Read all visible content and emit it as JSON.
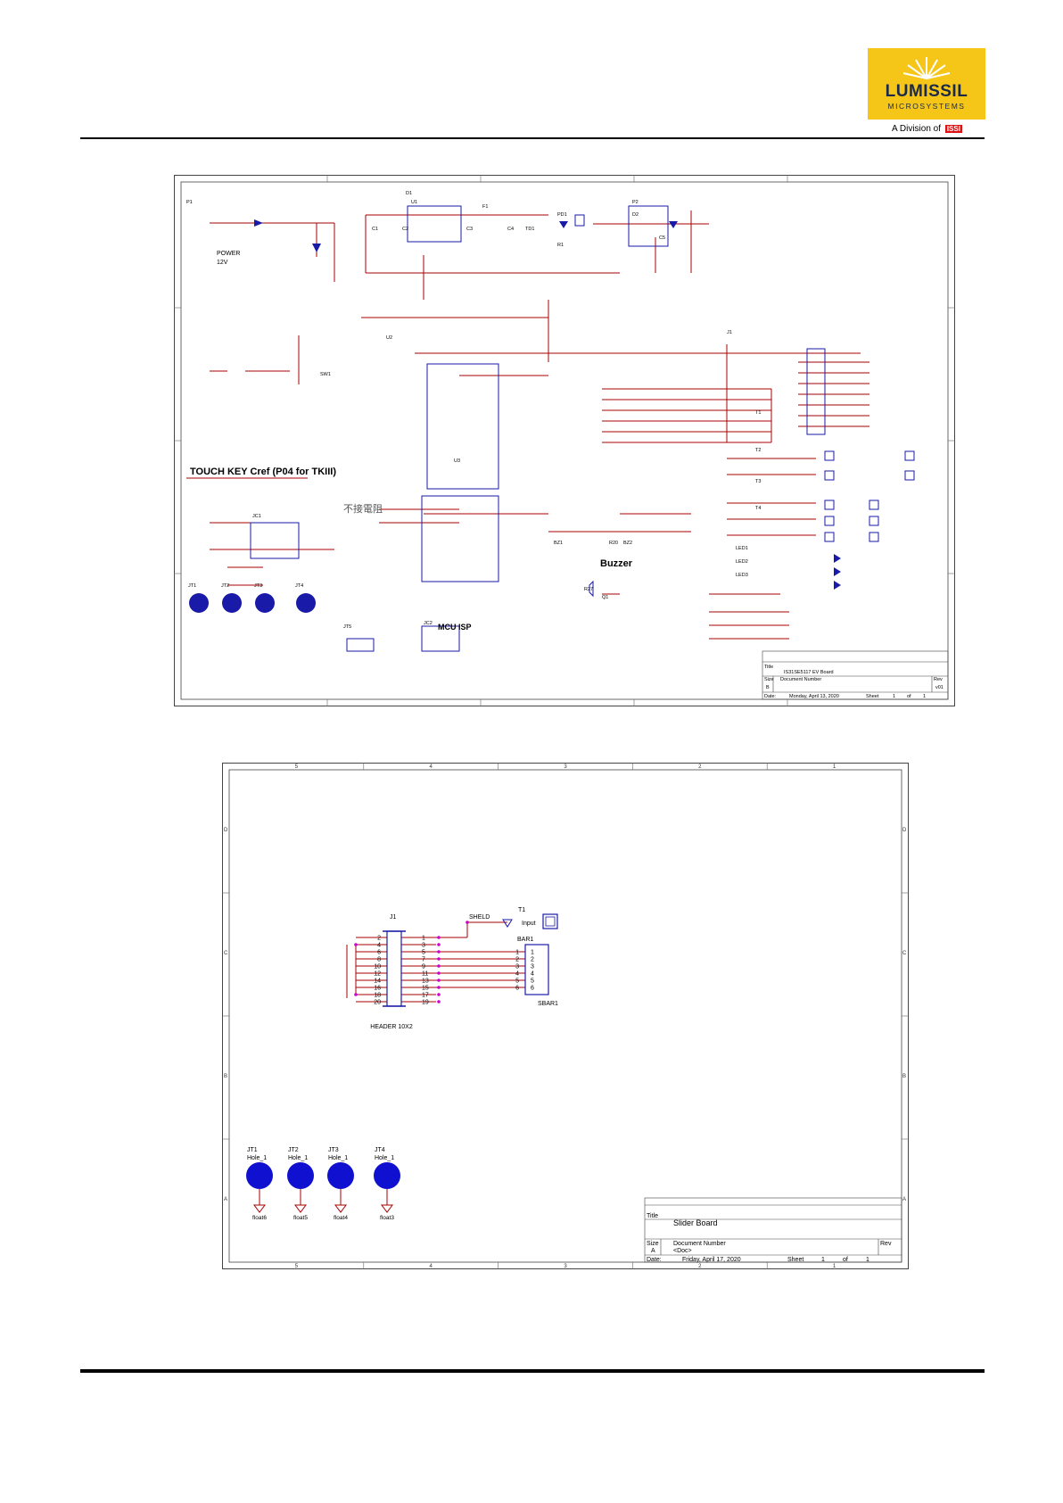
{
  "header": {
    "logo_text": "LUMISSIL",
    "logo_sub": "MICROSYSTEMS",
    "division_prefix": "A Division of",
    "division_brand": "ISSI"
  },
  "colors": {
    "logo_bg": "#F5C518",
    "logo_text": "#1b2a4a",
    "schematic_line": "#aa0000",
    "schematic_comp": "#1a1aa8",
    "schematic_pink": "#cc00cc"
  },
  "schematic1": {
    "section_labels": {
      "power": "POWER",
      "voltage": "12V",
      "touch_key": "TOUCH KEY Cref (P04 for TKIII)",
      "buzzer": "Buzzer",
      "mcu_isp": "MCU ISP",
      "cn_note": "不接電阻"
    },
    "refs": [
      "P1",
      "U1",
      "D1",
      "F1",
      "C1",
      "C2",
      "C3",
      "C4",
      "TD1",
      "PD1",
      "R1",
      "P2",
      "D2",
      "C5",
      "U2",
      "J1",
      "U3",
      "JC1",
      "JC2",
      "BZ1",
      "BZ2",
      "Q1",
      "R20",
      "R27",
      "JT1",
      "JT2",
      "JT3",
      "JT4",
      "JT5",
      "T1",
      "T2",
      "T3",
      "T4",
      "LED1",
      "LED2",
      "LED3",
      "SW1"
    ],
    "title_block": {
      "title_label": "Title",
      "title": "IS31SE5117 EV Board",
      "size_label": "Size",
      "size": "B",
      "docnum_label": "Document Number",
      "rev_label": "Rev",
      "rev": "v01",
      "date_label": "Date:",
      "date": "Monday, April 13, 2020",
      "sheet_label": "Sheet",
      "sheet": "1",
      "of_label": "of",
      "of": "1"
    }
  },
  "schematic2": {
    "connector_ref": "J1",
    "connector_name": "HEADER 10X2",
    "left_pins": [
      "2",
      "4",
      "6",
      "8",
      "10",
      "12",
      "14",
      "16",
      "18",
      "20"
    ],
    "right_pins": [
      "1",
      "3",
      "5",
      "7",
      "9",
      "11",
      "13",
      "15",
      "17",
      "19"
    ],
    "shield_label": "SHELD",
    "t1_ref": "T1",
    "t1_input": "Input",
    "bar_ref": "BAR1",
    "bar_name": "SBAR1",
    "bar_pins": [
      "1",
      "2",
      "3",
      "4",
      "5",
      "6"
    ],
    "holes": [
      {
        "ref": "JT1",
        "val": "Hole_1",
        "net": "float6"
      },
      {
        "ref": "JT2",
        "val": "Hole_1",
        "net": "float5"
      },
      {
        "ref": "JT3",
        "val": "Hole_1",
        "net": "float4"
      },
      {
        "ref": "JT4",
        "val": "Hole_1",
        "net": "float3"
      }
    ],
    "col_labels": [
      "5",
      "4",
      "3",
      "2",
      "1"
    ],
    "row_labels": [
      "D",
      "C",
      "B",
      "A"
    ],
    "title_block": {
      "title_label": "Title",
      "title": "Slider Board",
      "size_label": "Size",
      "size": "A",
      "docnum_label": "Document Number",
      "docnum": "<Doc>",
      "rev_label": "Rev",
      "date_label": "Date:",
      "date": "Friday, April 17, 2020",
      "sheet_label": "Sheet",
      "sheet": "1",
      "of_label": "of",
      "of": "1"
    }
  }
}
